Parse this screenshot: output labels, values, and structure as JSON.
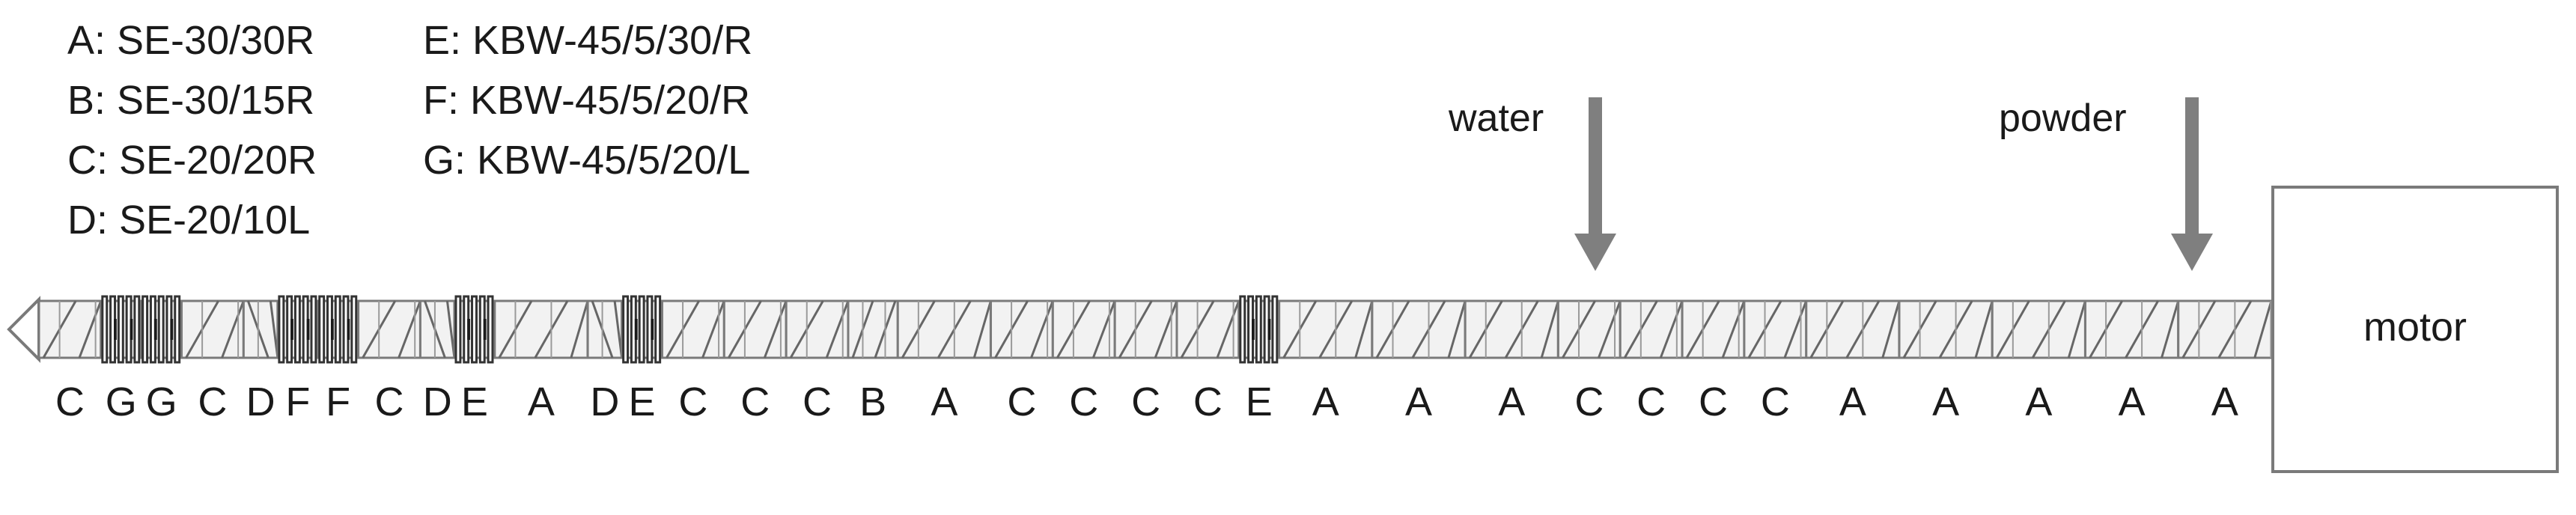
{
  "legend": [
    "A: SE-30/30R",
    "B: SE-30/15R",
    "C: SE-20/20R",
    "D: SE-20/10L",
    "E: KBW-45/5/30/R",
    "F: KBW-45/5/20/R",
    "G: KBW-45/5/20/L"
  ],
  "feeds": {
    "water": "water",
    "powder": "powder"
  },
  "motor": "motor",
  "elements": [
    "C",
    "G",
    "G",
    "C",
    "D",
    "F",
    "F",
    "C",
    "D",
    "E",
    "A",
    "D",
    "E",
    "C",
    "C",
    "C",
    "B",
    "A",
    "C",
    "C",
    "C",
    "C",
    "E",
    "A",
    "A",
    "A",
    "C",
    "C",
    "C",
    "C",
    "A",
    "A",
    "A",
    "A",
    "A"
  ],
  "colors": {
    "screw_fill": "#f2f2f2",
    "screw_stroke": "#7a7a7a",
    "arrow": "#7f7f7f",
    "dark_band": "#1a1a1a"
  }
}
